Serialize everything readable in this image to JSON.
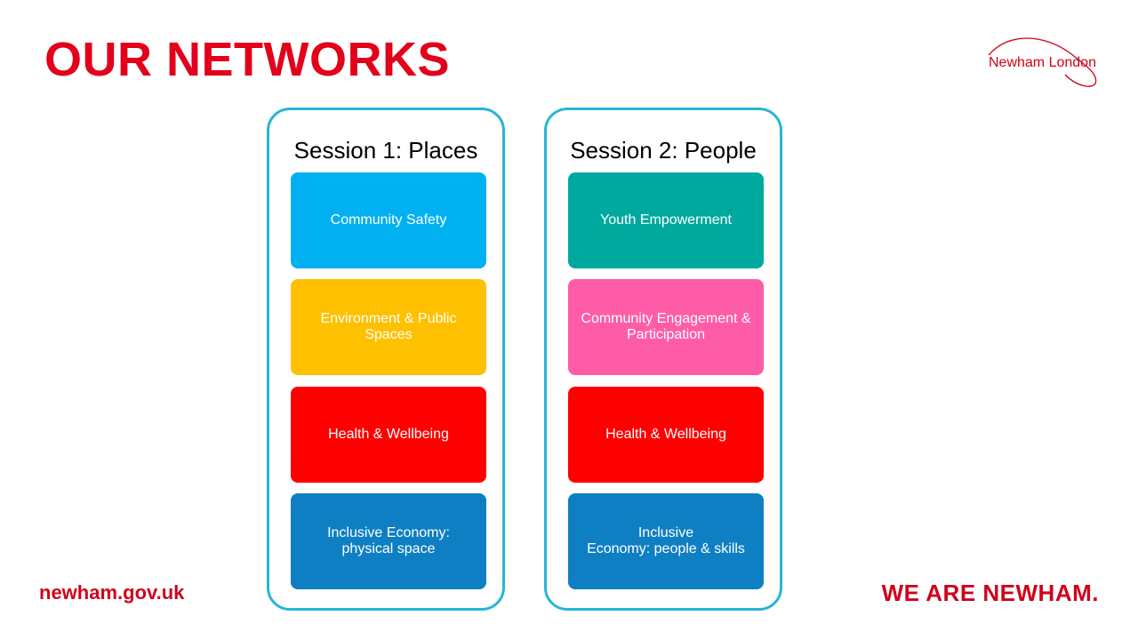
{
  "header": {
    "title": "OUR NETWORKS"
  },
  "logo": {
    "text": "Newham London"
  },
  "footer": {
    "left": "newham.gov.uk",
    "right": "WE ARE NEWHAM."
  },
  "sessions": [
    {
      "title": "Session 1: Places",
      "cards": [
        {
          "label": "Community Safety",
          "color": "#00b0f0"
        },
        {
          "label": "Environment & Public Spaces",
          "color": "#ffc000"
        },
        {
          "label": "Health & Wellbeing",
          "color": "#ff0000"
        },
        {
          "label": "Inclusive Economy:\nphysical space",
          "color": "#0e7fc2"
        }
      ]
    },
    {
      "title": "Session 2: People",
      "cards": [
        {
          "label": "Youth Empowerment",
          "color": "#00a99d"
        },
        {
          "label": "Community Engagement & Participation",
          "color": "#ff5ca8"
        },
        {
          "label": "Health & Wellbeing",
          "color": "#ff0000"
        },
        {
          "label": "Inclusive\nEconomy:  people & skills",
          "color": "#0e7fc2"
        }
      ]
    }
  ],
  "colors": {
    "brand_red": "#e2001a",
    "session_border": "#29b5d6"
  }
}
